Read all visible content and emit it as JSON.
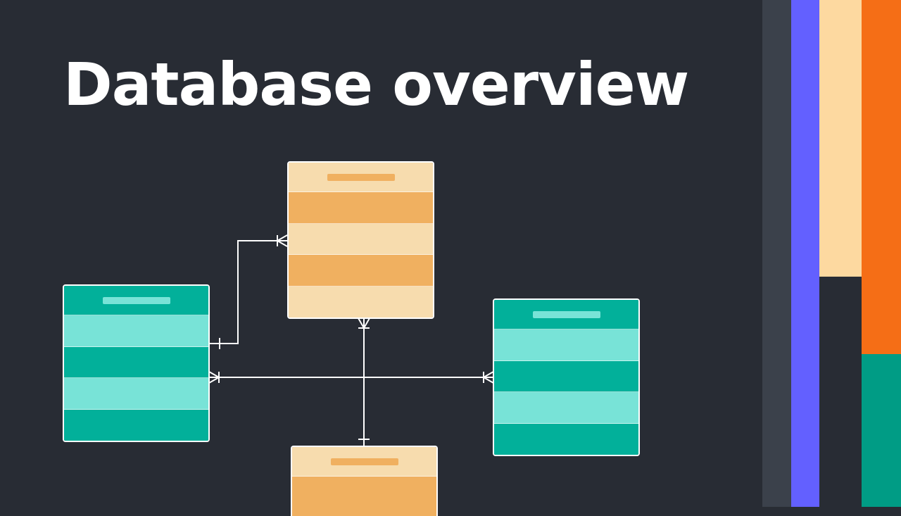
{
  "title": "Database overview",
  "colors": {
    "background": "#282c34",
    "orange_light": "#f7dcae",
    "orange_dark": "#f0b060",
    "teal_light": "#78e3d7",
    "teal_dark": "#02b09a",
    "stripe_gray": "#3b414b",
    "stripe_purple": "#6360ff",
    "stripe_cream": "#fdd9a0",
    "stripe_orange": "#f56e16",
    "stripe_green": "#009c85",
    "line": "#ffffff"
  },
  "entities": [
    {
      "name": "entity-top-orange",
      "theme": "orange"
    },
    {
      "name": "entity-left-teal",
      "theme": "teal"
    },
    {
      "name": "entity-right-teal",
      "theme": "teal"
    },
    {
      "name": "entity-bottom-orange",
      "theme": "orange"
    }
  ],
  "relationships": [
    {
      "from": "entity-left-teal",
      "to": "entity-top-orange",
      "from_end": "one",
      "to_end": "one-or-many"
    },
    {
      "from": "entity-left-teal",
      "to": "entity-right-teal",
      "from_end": "one-or-many",
      "to_end": "one-or-many"
    },
    {
      "from": "entity-top-orange",
      "to": "entity-bottom-orange",
      "from_end": "one-or-many",
      "to_end": "one"
    }
  ]
}
